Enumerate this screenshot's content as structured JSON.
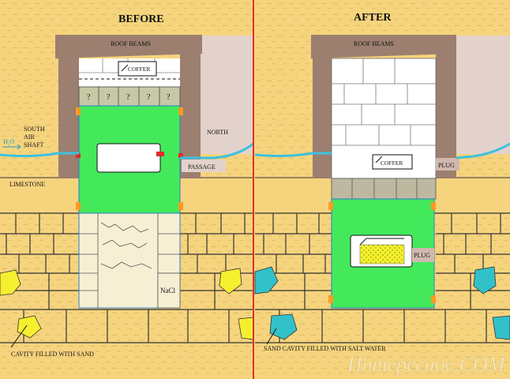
{
  "titles": {
    "before": "BEFORE",
    "after": "AFTER"
  },
  "labels": {
    "roof_beams": "ROOF BEAMS",
    "coffer": "COFFER",
    "north": "NORTH",
    "passage": "PASSAGE",
    "limestone": "LIMESTONE",
    "south_air_shaft": [
      "SOUTH",
      "AIR",
      "SHAFT"
    ],
    "h2o": "H₂O",
    "question_mark": "?",
    "nacl": "NaCl",
    "plug": "PLUG",
    "cavity_sand": "CAVITY FILLED  WITH SAND",
    "cavity_salt_water": "SAND CAVITY FILLED WITH  SALT WATER",
    "watermark": "Интересное.COM"
  },
  "colors": {
    "sand": "#f6d47e",
    "beam": "#9c7f6f",
    "green": "#43e95b",
    "divider": "#e0302a",
    "salt_water": "#33c1c9",
    "yellow_sand": "#f5ef2f",
    "shaft_water": "#3ec0e0"
  }
}
